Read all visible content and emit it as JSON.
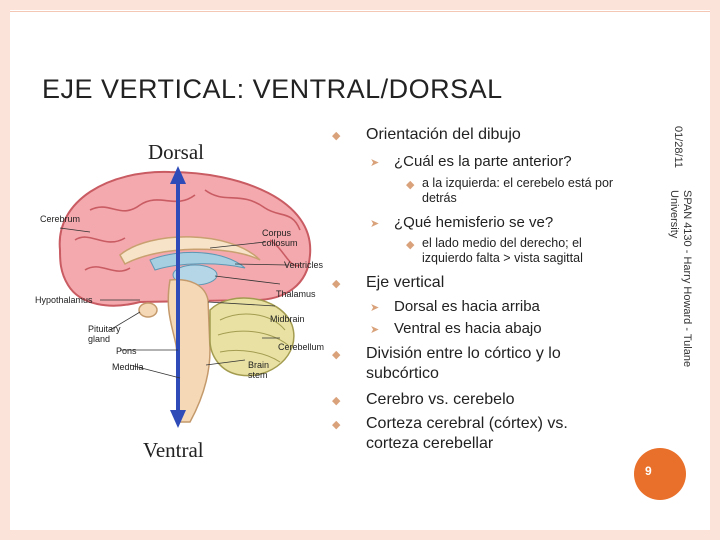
{
  "slide": {
    "title": "EJE VERTICAL: VENTRAL/DORSAL",
    "page_number": "9",
    "date": "01/28/11",
    "footer": "SPAN 4130 - Harry Howard - Tulane University"
  },
  "figure": {
    "top_label": "Dorsal",
    "bottom_label": "Ventral",
    "arrow_color": "#2e4bb8",
    "labels": {
      "cerebrum": "Cerebrum",
      "corpus": "Corpus",
      "callosum": "collosum",
      "ventricles": "Ventricles",
      "thalamus": "Thalamus",
      "hypothalamus": "Hypothalamus",
      "midbrain": "Midbrain",
      "pituitary1": "Pituitary",
      "pituitary2": "gland",
      "cerebellum": "Cerebellum",
      "pons": "Pons",
      "medulla": "Medulla",
      "brain1": "Brain",
      "brain2": "stem"
    }
  },
  "bullets": {
    "b1": "Orientación del dibujo",
    "b1_1": "¿Cuál es la parte anterior?",
    "b1_1_1": "a la izquierda: el cerebelo está por detrás",
    "b1_2": "¿Qué hemisferio se ve?",
    "b1_2_1": "el lado medio del derecho; el izquierdo falta > vista sagittal",
    "b2": "Eje vertical",
    "b2_1": "Dorsal es hacia arriba",
    "b2_2": "Ventral es hacia abajo",
    "b3a": "División entre lo córtico y lo",
    "b3b": "subcórtico",
    "b4": "Cerebro vs. cerebelo",
    "b5a": "Corteza cerebral (córtex) vs.",
    "b5b": "corteza cerebellar"
  },
  "colors": {
    "accent": "#e8702a",
    "frame": "#fbe3d9",
    "bullet_mark": "#d9a27a"
  }
}
